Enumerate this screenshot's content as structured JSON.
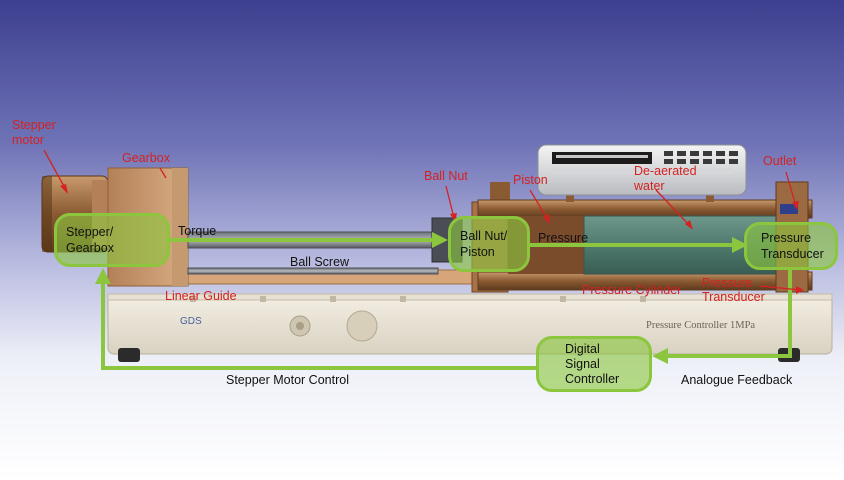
{
  "labels": {
    "stepper_motor": "Stepper\nmotor",
    "gearbox": "Gearbox",
    "ball_nut": "Ball Nut",
    "piston": "Piston",
    "deaerated_water": "De-aerated\nwater",
    "outlet": "Outlet",
    "torque": "Torque",
    "ball_screw": "Ball Screw",
    "pressure": "Pressure",
    "linear_guide": "Linear Guide",
    "pressure_cylinder": "Pressure Cylinder",
    "pressure_transducer": "Pressure\nTransducer",
    "stepper_motor_control": "Stepper Motor Control",
    "analogue_feedback": "Analogue Feedback"
  },
  "boxes": {
    "stepper_gearbox": "Stepper/\nGearbox",
    "ball_nut_piston": "Ball Nut/\nPiston",
    "pressure_transducer": "Pressure\nTransducer",
    "digital_signal_controller": "Digital\nSignal\nController"
  },
  "device": {
    "nameplate": "Pressure Controller 1MPa",
    "logo": "GDS"
  },
  "colors": {
    "flow_arrow": "#8cc63f",
    "label_red": "#d42222",
    "bronze": "#8a5a32",
    "water": "#4f7b6e"
  }
}
